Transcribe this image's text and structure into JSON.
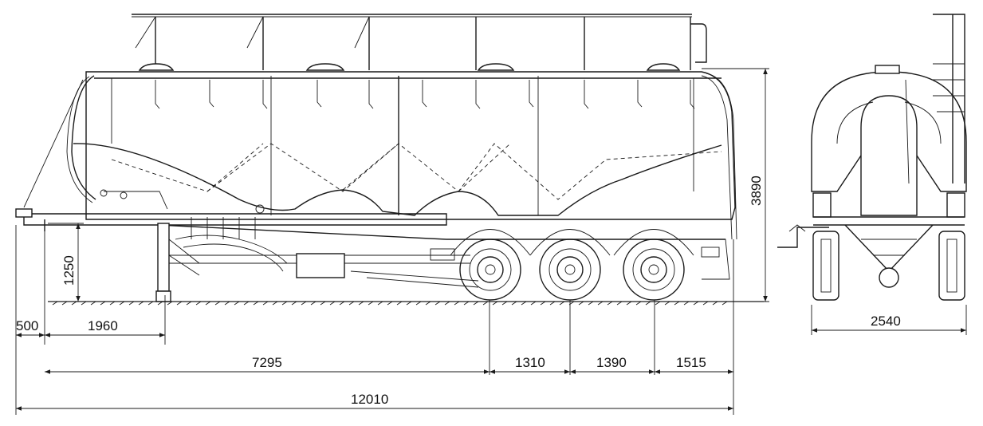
{
  "dimensions": {
    "front_overhang": "500",
    "kingpin_to_leg": "1960",
    "fifth_wheel_height": "1250",
    "total_height": "3890",
    "kingpin_to_axle1": "7295",
    "axle1_to_axle2": "1310",
    "axle2_to_axle3": "1390",
    "rear_overhang": "1515",
    "total_length": "12010",
    "total_width": "2540"
  },
  "colors": {
    "line": "#1a1a1a",
    "background": "#ffffff"
  }
}
